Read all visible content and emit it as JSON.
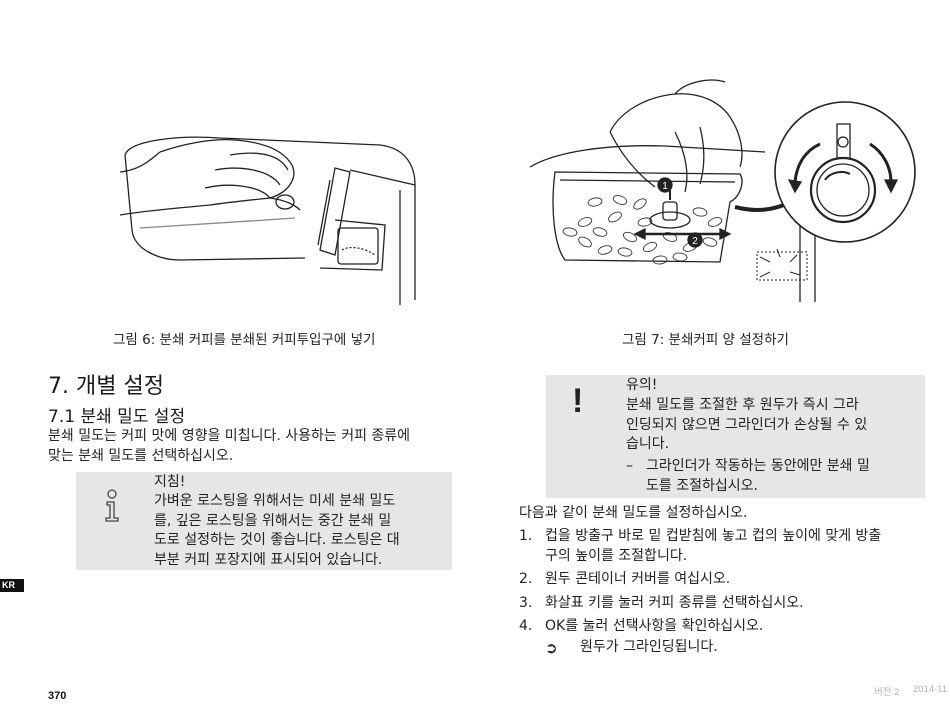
{
  "figures": [
    {
      "caption": "그림 6:  분쇄 커피를 분쇄된 커피투입구에 넣기"
    },
    {
      "caption": "그림 7:  분쇄커피 양 설정하기",
      "marker1": "1",
      "marker2": "2"
    }
  ],
  "section": {
    "title": "7.  개별 설정"
  },
  "subsection": {
    "title": "7.1   분쇄 밀도 설정"
  },
  "intro_lines": [
    "분쇄 밀도는 커피 맛에 영향을 미칩니다. 사용하는 커피 종류에",
    "맞는 분쇄 밀도를 선택하십시오."
  ],
  "tip": {
    "icon": "info-icon",
    "title": "지침!",
    "lines": [
      "가벼운 로스팅을 위해서는 미세 분쇄 밀도",
      "를, 깊은 로스팅을 위해서는 중간 분쇄 밀",
      "도로 설정하는 것이 좋습니다. 로스팅은 대",
      "부분 커피 포장지에 표시되어 있습니다."
    ]
  },
  "caution": {
    "icon": "exclamation-icon",
    "icon_glyph": "!",
    "title": "유의!",
    "lines": [
      "분쇄 밀도를 조절한 후 원두가 즉시 그라",
      "인딩되지 않으면 그라인더가 손상될 수 있",
      "습니다."
    ],
    "bullet_glyph": "–",
    "bullet_lines": [
      "그라인더가 작동하는 동안에만 분쇄 밀",
      "도를 조절하십시오."
    ]
  },
  "steps_intro": "다음과 같이 분쇄 밀도를 설정하십시오.",
  "steps": [
    {
      "num": "1.",
      "lines": [
        "컵을 방출구 바로 밑 컵받침에 놓고 컵의 높이에 맞게 방출",
        "구의 높이를 조절합니다."
      ]
    },
    {
      "num": "2.",
      "lines": [
        "원두 콘테이너 커버를 여십시오."
      ]
    },
    {
      "num": "3.",
      "lines": [
        "화살표 키를 눌러 커피 종류를 선택하십시오."
      ]
    },
    {
      "num": "4.",
      "lines": [
        "OK를 눌러 선택사항을 확인하십시오."
      ]
    }
  ],
  "result": {
    "glyph": "➲",
    "text": "원두가 그라인딩됩니다."
  },
  "side_tab": "KR",
  "page_number": "370",
  "footer": {
    "version": "버전 2",
    "date": "2014-11"
  }
}
